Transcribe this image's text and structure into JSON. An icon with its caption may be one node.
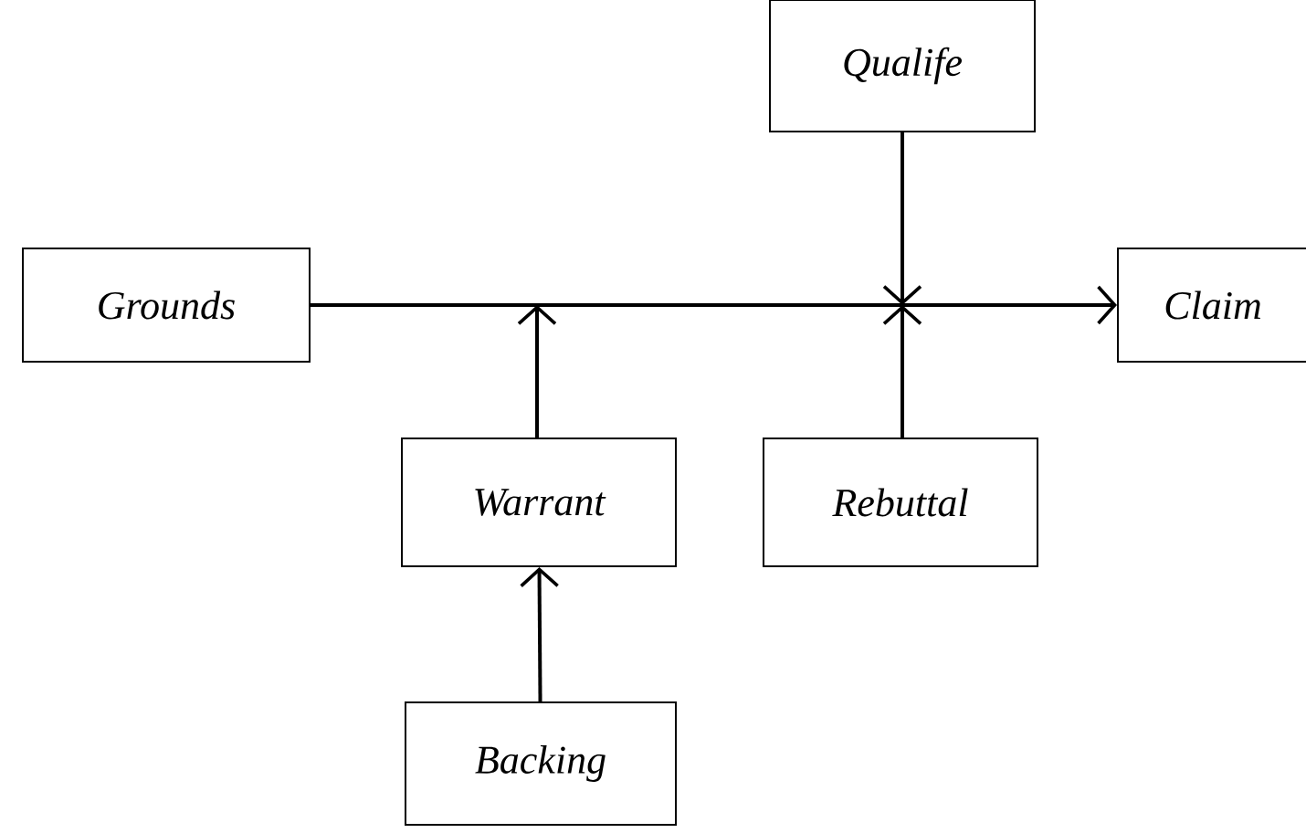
{
  "diagram": {
    "nodes": [
      {
        "text": [
          "Qualife"
        ]
      },
      {
        "text": [
          "Grounds"
        ]
      },
      {
        "text": [
          "Claim"
        ]
      },
      {
        "text": [
          "Warrant"
        ]
      },
      {
        "text": [
          "Rebuttal"
        ]
      },
      {
        "text": [
          "Backing"
        ]
      }
    ],
    "edges": [
      {
        "from": 1,
        "to": 2,
        "arrow": "to"
      },
      {
        "from": 0,
        "to": null,
        "arrow": "to"
      },
      {
        "from": 3,
        "to": null,
        "arrow": "to"
      },
      {
        "from": 4,
        "to": null,
        "arrow": "to"
      },
      {
        "from": 5,
        "to": 3,
        "arrow": "to"
      }
    ]
  }
}
